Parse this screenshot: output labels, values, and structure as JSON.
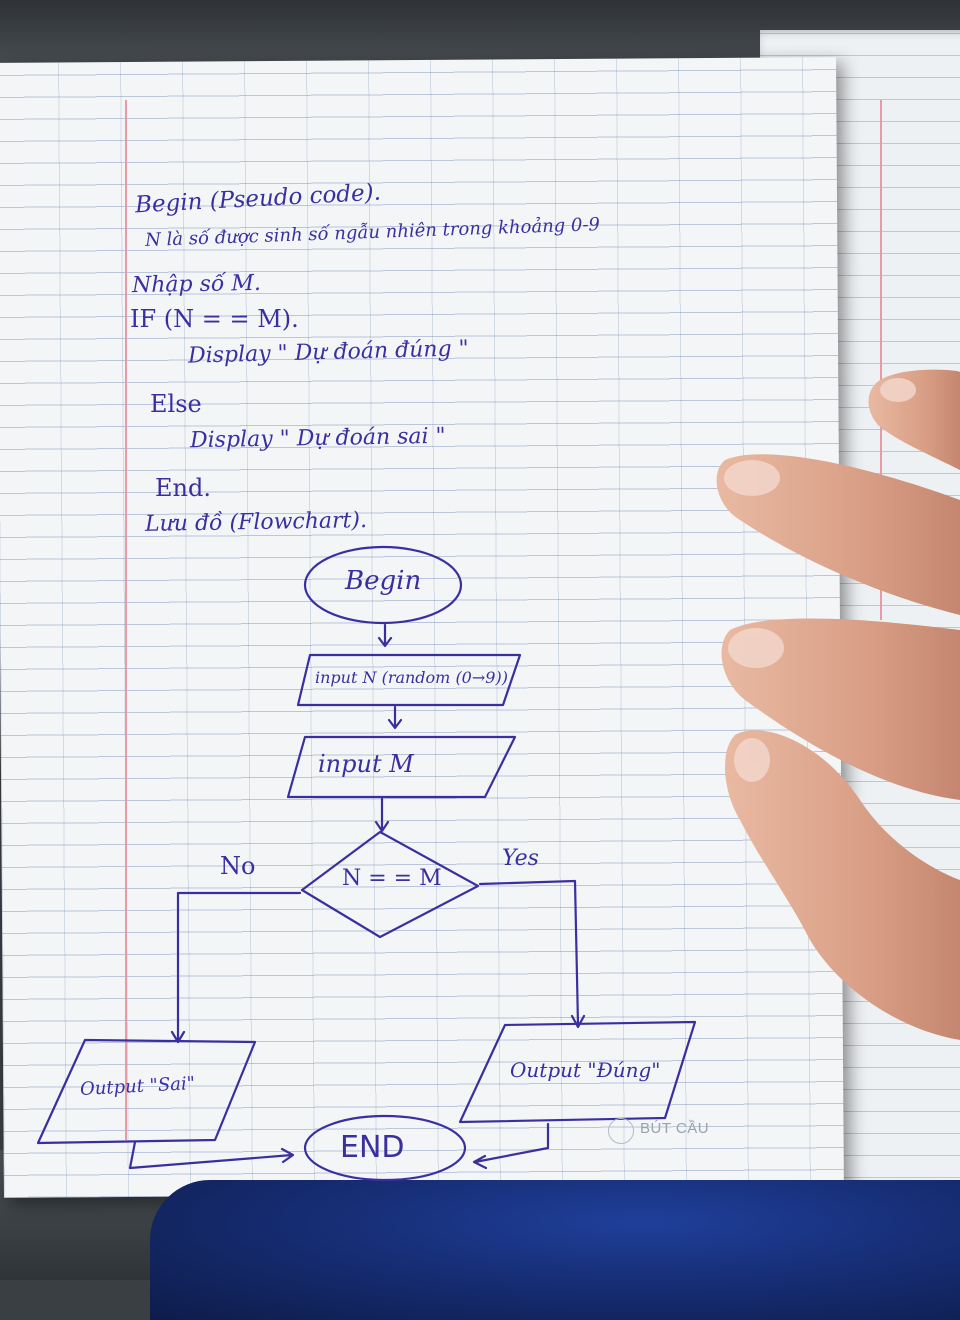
{
  "notebook": {
    "brand": "BÚT CẦU",
    "accent_ink": "#3b2fa0",
    "paper_color": "#f3f5f7",
    "margin_color": "#e89aa7"
  },
  "pseudocode": {
    "heading": "Begin (Pseudo code).",
    "line1": "N là số được sinh số ngẫu nhiên trong khoảng 0-9",
    "line2": "Nhập số M.",
    "line3": "IF (N = = M).",
    "line4": "Display \" Dự đoán đúng \"",
    "line5": "Else",
    "line6": "Display \" Dự đoán sai \"",
    "line7": "End."
  },
  "flowchart": {
    "heading": "Lưu đồ (Flowchart).",
    "start": "Begin",
    "input_n": "input N (random (0→9))",
    "input_m": "input M",
    "decision": "N = = M",
    "label_no": "No",
    "label_yes": "Yes",
    "output_wrong": "Output \"Sai\"",
    "output_right": "Output \"Đúng\"",
    "end": "END"
  }
}
